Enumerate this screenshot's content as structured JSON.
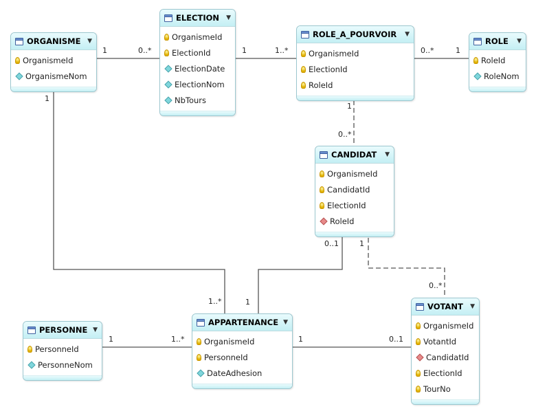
{
  "entities": {
    "organisme": {
      "title": "ORGANISME",
      "attributes": [
        {
          "name": "OrganismeId",
          "icon": "key-icon"
        },
        {
          "name": "OrganismeNom",
          "icon": "diamond-icon"
        }
      ]
    },
    "election": {
      "title": "ELECTION",
      "attributes": [
        {
          "name": "OrganismeId",
          "icon": "key-icon"
        },
        {
          "name": "ElectionId",
          "icon": "key-icon"
        },
        {
          "name": "ElectionDate",
          "icon": "diamond-icon"
        },
        {
          "name": "ElectionNom",
          "icon": "diamond-icon"
        },
        {
          "name": "NbTours",
          "icon": "diamond-icon"
        }
      ]
    },
    "role_a_pourvoir": {
      "title": "ROLE_A_POURVOIR",
      "attributes": [
        {
          "name": "OrganismeId",
          "icon": "key-icon"
        },
        {
          "name": "ElectionId",
          "icon": "key-icon"
        },
        {
          "name": "RoleId",
          "icon": "key-icon"
        }
      ]
    },
    "role": {
      "title": "ROLE",
      "attributes": [
        {
          "name": "RoleId",
          "icon": "key-icon"
        },
        {
          "name": "RoleNom",
          "icon": "diamond-icon"
        }
      ]
    },
    "candidat": {
      "title": "CANDIDAT",
      "attributes": [
        {
          "name": "OrganismeId",
          "icon": "key-icon"
        },
        {
          "name": "CandidatId",
          "icon": "key-icon"
        },
        {
          "name": "ElectionId",
          "icon": "key-icon"
        },
        {
          "name": "RoleId",
          "icon": "fk-diamond-icon"
        }
      ]
    },
    "personne": {
      "title": "PERSONNE",
      "attributes": [
        {
          "name": "PersonneId",
          "icon": "key-icon"
        },
        {
          "name": "PersonneNom",
          "icon": "diamond-icon"
        }
      ]
    },
    "appartenance": {
      "title": "APPARTENANCE",
      "attributes": [
        {
          "name": "OrganismeId",
          "icon": "key-icon"
        },
        {
          "name": "PersonneId",
          "icon": "key-icon"
        },
        {
          "name": "DateAdhesion",
          "icon": "diamond-icon"
        }
      ]
    },
    "votant": {
      "title": "VOTANT",
      "attributes": [
        {
          "name": "OrganismeId",
          "icon": "key-icon"
        },
        {
          "name": "VotantId",
          "icon": "key-icon"
        },
        {
          "name": "CandidatId",
          "icon": "fk-diamond-icon"
        },
        {
          "name": "ElectionId",
          "icon": "key-icon"
        },
        {
          "name": "TourNo",
          "icon": "key-icon"
        }
      ]
    }
  },
  "relations": [
    {
      "from": "organisme",
      "to": "election",
      "from_card": "1",
      "to_card": "0..*",
      "style": "solid"
    },
    {
      "from": "election",
      "to": "role_a_pourvoir",
      "from_card": "1",
      "to_card": "1..*",
      "style": "solid"
    },
    {
      "from": "role_a_pourvoir",
      "to": "role",
      "from_card": "0..*",
      "to_card": "1",
      "style": "solid"
    },
    {
      "from": "role_a_pourvoir",
      "to": "candidat",
      "from_card": "1",
      "to_card": "0..*",
      "style": "dashed"
    },
    {
      "from": "organisme",
      "to": "appartenance",
      "from_card": "1",
      "to_card": "1..*",
      "style": "solid"
    },
    {
      "from": "candidat",
      "to": "appartenance",
      "from_card": "0..1",
      "to_card": "1",
      "style": "solid"
    },
    {
      "from": "candidat",
      "to": "votant",
      "from_card": "1",
      "to_card": "0..*",
      "style": "dashed"
    },
    {
      "from": "personne",
      "to": "appartenance",
      "from_card": "1",
      "to_card": "1..*",
      "style": "solid"
    },
    {
      "from": "appartenance",
      "to": "votant",
      "from_card": "1",
      "to_card": "0..1",
      "style": "solid"
    }
  ],
  "colors": {
    "header": "#c4eff4",
    "border": "#9cc7cf",
    "line": "#555555"
  }
}
